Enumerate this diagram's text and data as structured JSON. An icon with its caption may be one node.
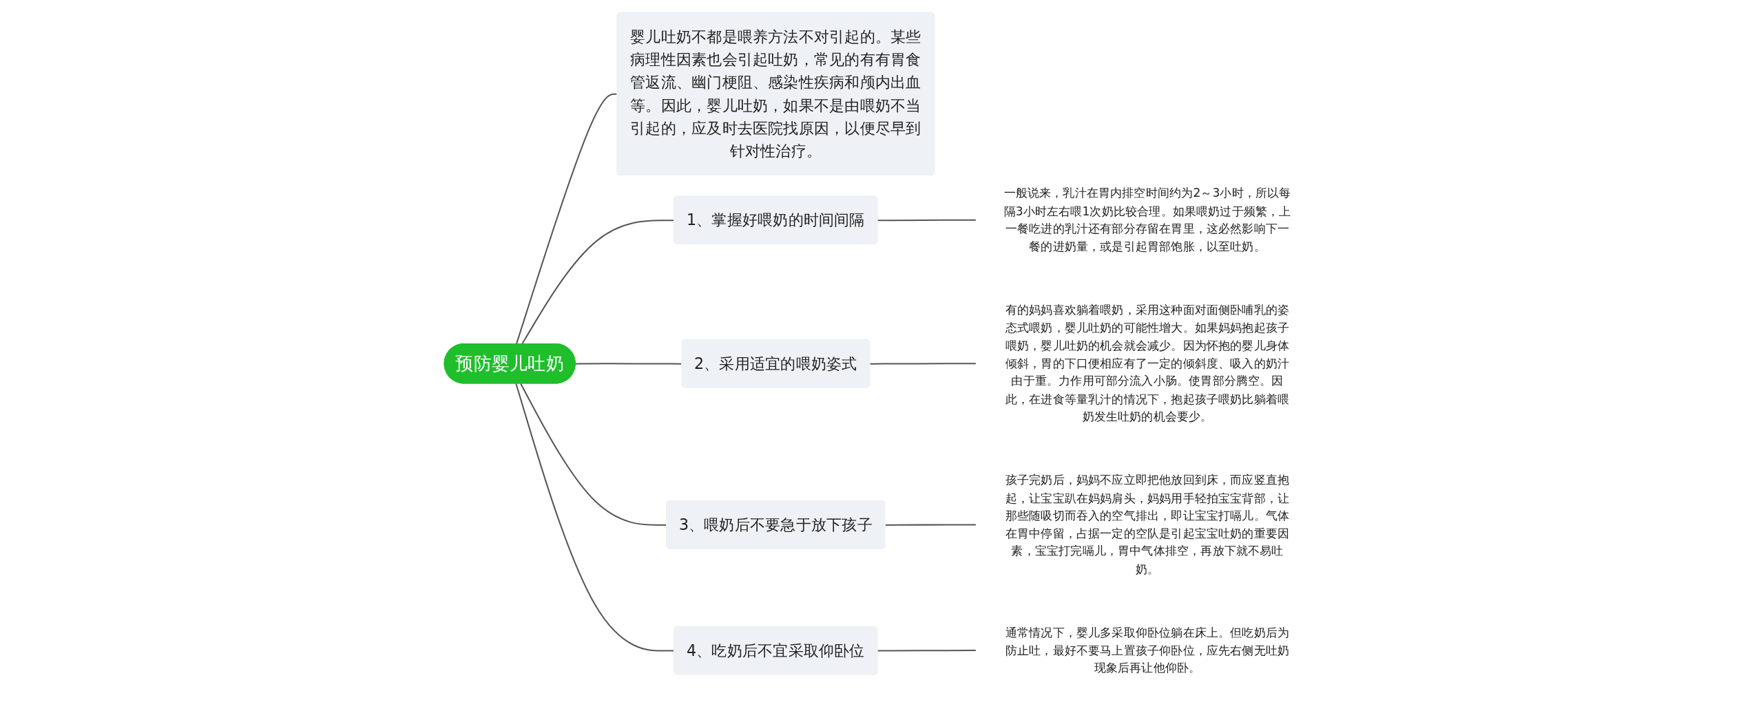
{
  "diagram": {
    "nodes": [
      {
        "text": [
          "预防婴儿吐奶"
        ]
      },
      {
        "text": [
          "婴儿吐奶不都是喂养方法不对引起的。某些病理性因素也会引起吐奶，常见的有有胃食管返流、幽门梗阻、感染性疾病和颅内出血等。因此，婴儿吐奶，如果不是由喂奶不当引起的，应及时去医院找原因，以便尽早到针对性治疗。"
        ]
      },
      {
        "text": [
          "1、掌握好喂奶的时间间隔"
        ]
      },
      {
        "text": [
          "一般说来，乳汁在胃内排空时间约为2～3小时，所以每隔3小时左右喂1次奶比较合理。如果喂奶过于频繁，上一餐吃进的乳汁还有部分存留在胃里，这必然影响下一餐的进奶量，或是引起胃部饱胀，以至吐奶。"
        ]
      },
      {
        "text": [
          "2、采用适宜的喂奶姿式"
        ]
      },
      {
        "text": [
          "有的妈妈喜欢躺着喂奶，采用这种面对面侧卧哺乳的姿态式喂奶，婴儿吐奶的可能性增大。如果妈妈抱起孩子喂奶，婴儿吐奶的机会就会减少。因为怀抱的婴儿身体倾斜，胃的下口便相应有了一定的倾斜度、吸入的奶汁由于重。力作用可部分流入小肠。使胃部分腾空。因此，在进食等量乳汁的情况下，抱起孩子喂奶比躺着喂奶发生吐奶的机会要少。"
        ]
      },
      {
        "text": [
          "3、喂奶后不要急于放下孩子"
        ]
      },
      {
        "text": [
          "孩子完奶后，妈妈不应立即把他放回到床，而应竖直抱起，让宝宝趴在妈妈肩头，妈妈用手轻拍宝宝背部，让那些随吸切而吞入的空气排出，即让宝宝打嗝儿。气体在胃中停留，占据一定的空队是引起宝宝吐奶的重要因素，宝宝打完嗝儿，胃中气体排空，再放下就不易吐奶。"
        ]
      },
      {
        "text": [
          "4、吃奶后不宜采取仰卧位"
        ]
      },
      {
        "text": [
          "通常情况下，婴儿多采取仰卧位躺在床上。但吃奶后为防止吐，最好不要马上置孩子仰卧位，应先右侧无吐奶现象后再让他仰卧。"
        ]
      }
    ],
    "edges": [
      {
        "from": 0,
        "to": 1,
        "arrow": "none"
      },
      {
        "from": 0,
        "to": 2,
        "arrow": "none"
      },
      {
        "from": 2,
        "to": 3,
        "arrow": "none"
      },
      {
        "from": 0,
        "to": 4,
        "arrow": "none"
      },
      {
        "from": 4,
        "to": 5,
        "arrow": "none"
      },
      {
        "from": 0,
        "to": 6,
        "arrow": "none"
      },
      {
        "from": 6,
        "to": 7,
        "arrow": "none"
      },
      {
        "from": 0,
        "to": 8,
        "arrow": "none"
      },
      {
        "from": 8,
        "to": 9,
        "arrow": "none"
      }
    ]
  }
}
